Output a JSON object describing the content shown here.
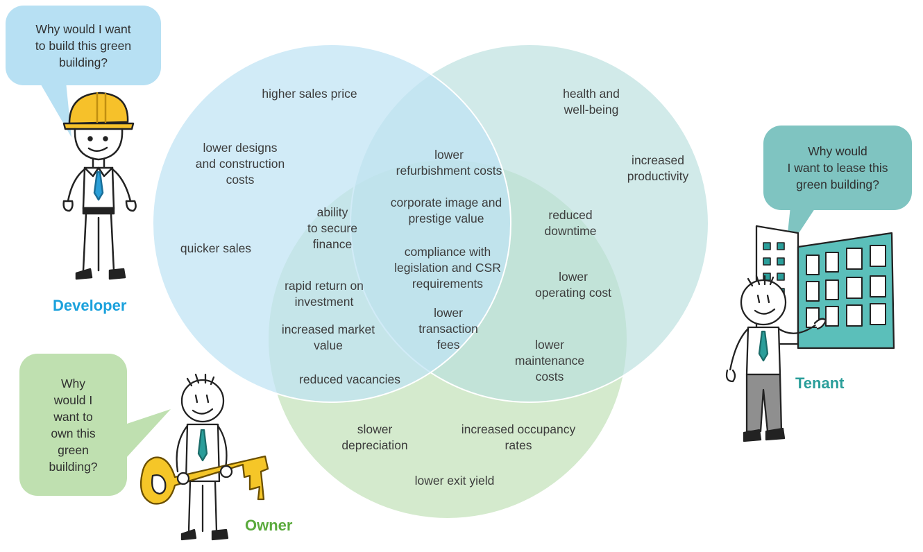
{
  "colors": {
    "developer": "#1aa1dc",
    "tenant": "#2a9e9a",
    "owner": "#5aaa3c",
    "developer_fill": "#bfe3f4",
    "tenant_fill": "#c3e2e2",
    "owner_fill": "#cde6c4",
    "developer_bubble": "#b7e0f3",
    "tenant_bubble": "#7fc4c1",
    "owner_bubble": "#bfe0b0"
  },
  "bubbles": {
    "developer": "Why would I want\nto build this green\nbuilding?",
    "tenant": "Why would\nI want to lease this\ngreen building?",
    "owner": "Why\nwould I\nwant to\nown this\ngreen\nbuilding?"
  },
  "roles": {
    "developer": "Developer",
    "tenant": "Tenant",
    "owner": "Owner"
  },
  "figures": {
    "developer": "developer-figure",
    "tenant": "tenant-figure",
    "owner": "owner-figure"
  },
  "benefits": {
    "developer_only": [
      "higher sales price",
      "lower designs\nand construction\ncosts",
      "quicker sales"
    ],
    "tenant_only": [
      "health and\nwell-being",
      "increased\nproductivity"
    ],
    "owner_only": [
      "slower\ndepreciation",
      "increased occupancy\nrates",
      "lower exit yield"
    ],
    "developer_owner": [
      "ability\nto secure\nfinance",
      "rapid return on\ninvestment",
      "increased market\nvalue",
      "reduced vacancies"
    ],
    "tenant_owner": [
      "reduced\ndowntime",
      "lower\noperating cost",
      "lower\nmaintenance\ncosts"
    ],
    "all_three": [
      "lower\nrefurbishment costs",
      "corporate image and\nprestige value",
      "compliance with\nlegislation and CSR\nrequirements",
      "lower\ntransaction\nfees"
    ]
  }
}
